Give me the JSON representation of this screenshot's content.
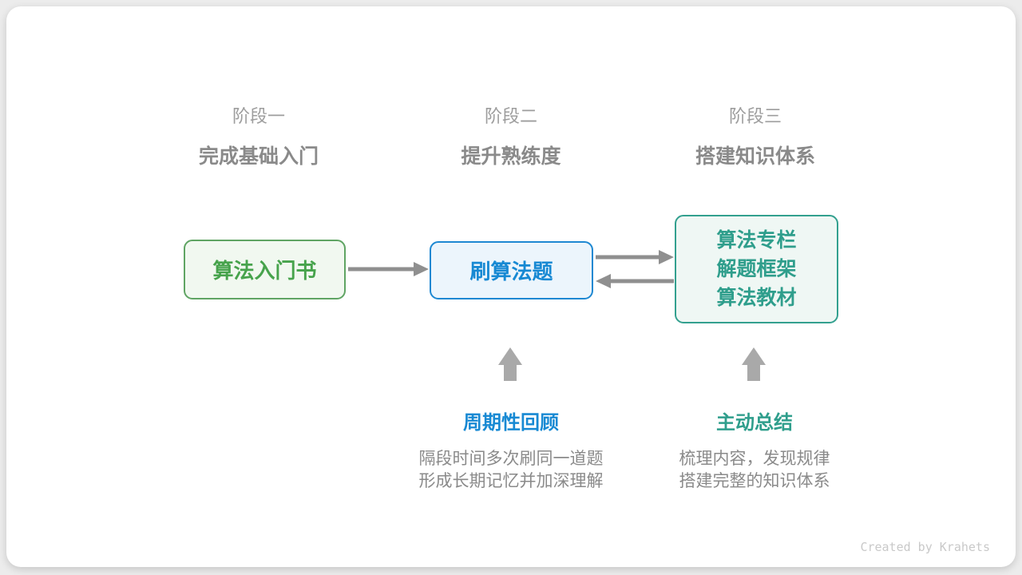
{
  "colors": {
    "background": "#ececec",
    "card": "#ffffff",
    "stage_label": "#9d9d9d",
    "stage_subtitle": "#8a8a8a",
    "green_border": "#5fa463",
    "green_fill": "#f1f8f0",
    "green_text": "#47a34c",
    "blue_border": "#1e88d2",
    "blue_fill": "#ecf5fc",
    "blue_text": "#1789d3",
    "teal_border": "#33a08f",
    "teal_fill": "#eff7f4",
    "teal_text": "#2f9e8c",
    "arrow": "#8f8f8f",
    "block_arrow": "#a9a9a9",
    "description": "#8a8a8a",
    "credit": "#c9c9c9"
  },
  "stages": [
    {
      "label": "阶段一",
      "subtitle": "完成基础入门"
    },
    {
      "label": "阶段二",
      "subtitle": "提升熟练度"
    },
    {
      "label": "阶段三",
      "subtitle": "搭建知识体系"
    }
  ],
  "nodes": {
    "beginner_book": {
      "label": "算法入门书"
    },
    "practice": {
      "label": "刷算法题"
    },
    "resources": {
      "lines": [
        "算法专栏",
        "解题框架",
        "算法教材"
      ]
    }
  },
  "annotations": [
    {
      "title": "周期性回顾",
      "lines": [
        "隔段时间多次刷同一道题",
        "形成长期记忆并加深理解"
      ]
    },
    {
      "title": "主动总结",
      "lines": [
        "梳理内容，发现规律",
        "搭建完整的知识体系"
      ]
    }
  ],
  "footer": {
    "credit": "Created by Krahets"
  }
}
